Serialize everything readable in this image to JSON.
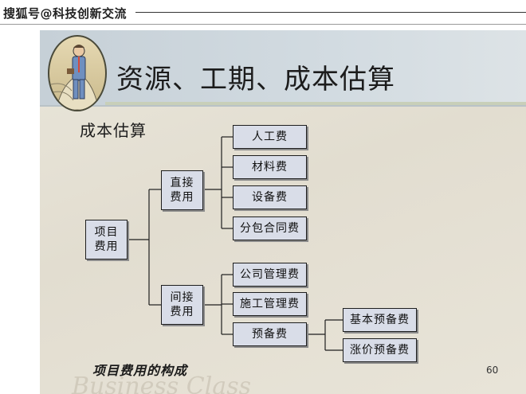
{
  "watermark": {
    "text": "搜狐号@科技创新交流"
  },
  "slide": {
    "title": "资源、工期、成本估算",
    "subtitle": "成本估算",
    "caption": "项目费用的构成",
    "page_number": "60",
    "bg_script": "Business Class"
  },
  "diagram": {
    "root": "项目\n费用",
    "direct": {
      "label": "直接\n费用",
      "items": [
        "人工费",
        "材料费",
        "设备费",
        "分包合同费"
      ]
    },
    "indirect": {
      "label": "间接\n费用",
      "items": [
        "公司管理费",
        "施工管理费",
        "预备费"
      ]
    },
    "reserve": {
      "items": [
        "基本预备费",
        "涨价预备费"
      ]
    }
  },
  "colors": {
    "box_fill": "#d9dde8",
    "slide_bg": "#e6e2d6",
    "title_band": "#ccd5db"
  }
}
